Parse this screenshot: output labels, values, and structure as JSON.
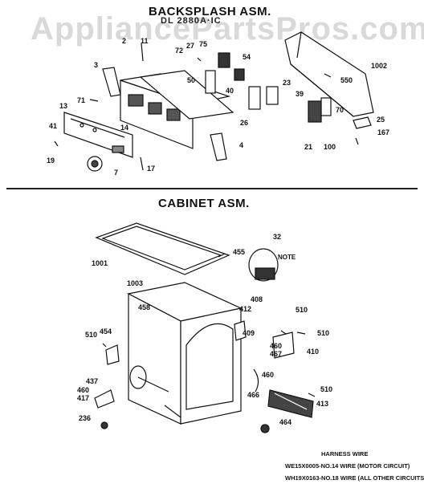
{
  "headings": {
    "backsplash": "BACKSPLASH ASM.",
    "model": "DL 2880A·IC",
    "cabinet": "CABINET ASM."
  },
  "watermark": "AppliancePartsPros.com",
  "note_label": "NOTE",
  "harness": {
    "title": "HARNESS WIRE",
    "line1": "WE15X0005-NO.14 WIRE (MOTOR CIRCUIT)",
    "line2": "WH19X0163-NO.18 WIRE (ALL OTHER CIRCUITS)"
  },
  "parts": [
    {
      "id": "p2",
      "label": "2"
    },
    {
      "id": "p11",
      "label": "11"
    },
    {
      "id": "p3",
      "label": "3"
    },
    {
      "id": "p72",
      "label": "72"
    },
    {
      "id": "p27",
      "label": "27"
    },
    {
      "id": "p75",
      "label": "75"
    },
    {
      "id": "p54",
      "label": "54"
    },
    {
      "id": "p50",
      "label": "50"
    },
    {
      "id": "p40",
      "label": "40"
    },
    {
      "id": "p23",
      "label": "23"
    },
    {
      "id": "p39",
      "label": "39"
    },
    {
      "id": "p1002",
      "label": "1002"
    },
    {
      "id": "p550",
      "label": "550"
    },
    {
      "id": "p70",
      "label": "70"
    },
    {
      "id": "p25",
      "label": "25"
    },
    {
      "id": "p167",
      "label": "167"
    },
    {
      "id": "p100",
      "label": "100"
    },
    {
      "id": "p21",
      "label": "21"
    },
    {
      "id": "p26",
      "label": "26"
    },
    {
      "id": "p4",
      "label": "4"
    },
    {
      "id": "p13",
      "label": "13"
    },
    {
      "id": "p71",
      "label": "71"
    },
    {
      "id": "p14",
      "label": "14"
    },
    {
      "id": "p41",
      "label": "41"
    },
    {
      "id": "p19",
      "label": "19"
    },
    {
      "id": "p7",
      "label": "7"
    },
    {
      "id": "p17",
      "label": "17"
    },
    {
      "id": "p1001",
      "label": "1001"
    },
    {
      "id": "p455",
      "label": "455"
    },
    {
      "id": "p32",
      "label": "32"
    },
    {
      "id": "p1003",
      "label": "1003"
    },
    {
      "id": "p458",
      "label": "458"
    },
    {
      "id": "p408",
      "label": "408"
    },
    {
      "id": "p412",
      "label": "412"
    },
    {
      "id": "p409",
      "label": "409"
    },
    {
      "id": "p510a",
      "label": "510"
    },
    {
      "id": "p510b",
      "label": "510"
    },
    {
      "id": "p510c",
      "label": "510"
    },
    {
      "id": "p510d",
      "label": "510"
    },
    {
      "id": "p454",
      "label": "454"
    },
    {
      "id": "p460a",
      "label": "460"
    },
    {
      "id": "p467",
      "label": "467"
    },
    {
      "id": "p410",
      "label": "410"
    },
    {
      "id": "p460b",
      "label": "460"
    },
    {
      "id": "p466",
      "label": "466"
    },
    {
      "id": "p437",
      "label": "437"
    },
    {
      "id": "p460c",
      "label": "460"
    },
    {
      "id": "p417",
      "label": "417"
    },
    {
      "id": "p413",
      "label": "413"
    },
    {
      "id": "p236",
      "label": "236"
    },
    {
      "id": "p464",
      "label": "464"
    }
  ]
}
